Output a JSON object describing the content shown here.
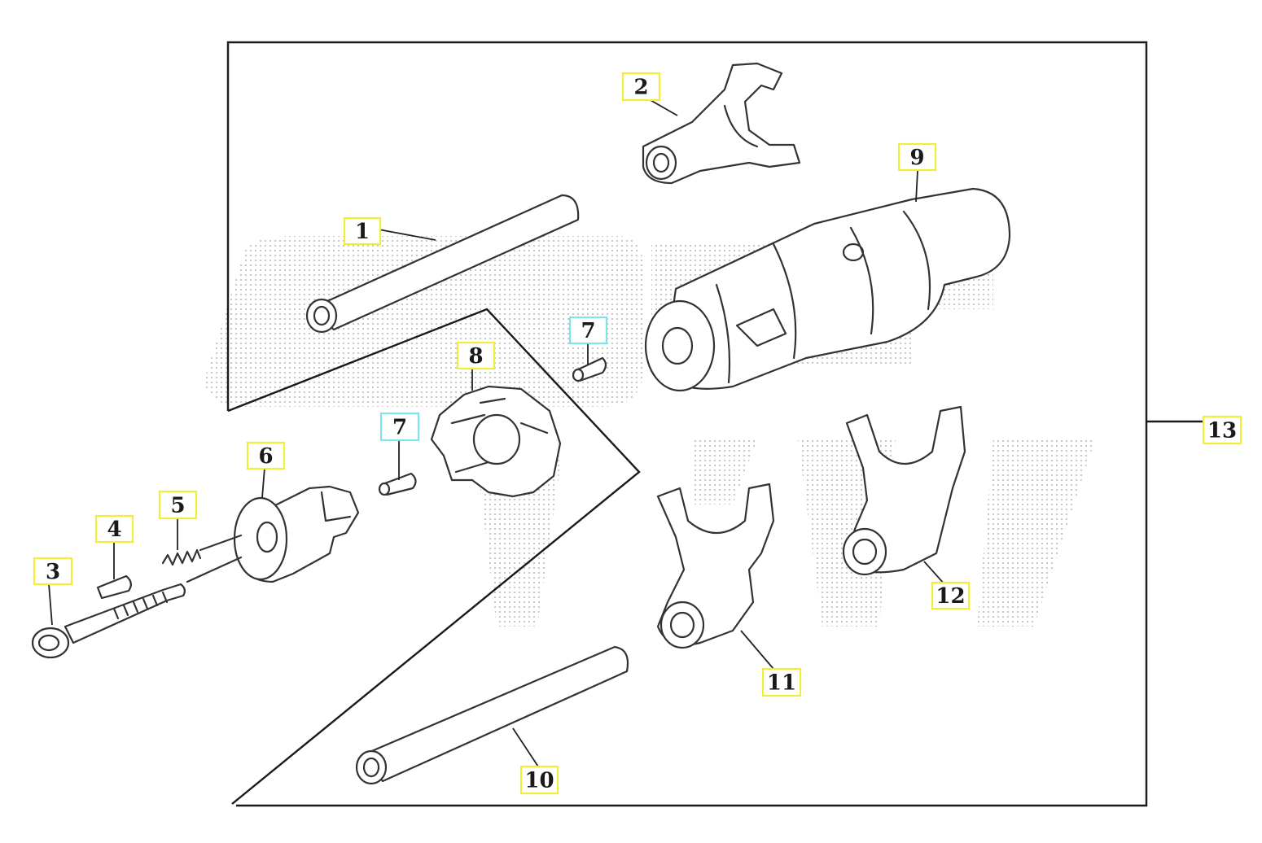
{
  "colors": {
    "callout_border": "#f0ee3a",
    "callout_border_alt": "#7fe3ea",
    "line": "#1a1a1a",
    "watermark": "#b5b5b5"
  },
  "callouts": [
    {
      "id": "c1",
      "label": "1",
      "style": "yellow"
    },
    {
      "id": "c2",
      "label": "2",
      "style": "yellow"
    },
    {
      "id": "c3",
      "label": "3",
      "style": "yellow"
    },
    {
      "id": "c4",
      "label": "4",
      "style": "yellow"
    },
    {
      "id": "c5",
      "label": "5",
      "style": "yellow"
    },
    {
      "id": "c6",
      "label": "6",
      "style": "yellow"
    },
    {
      "id": "c7a",
      "label": "7",
      "style": "cyan"
    },
    {
      "id": "c7b",
      "label": "7",
      "style": "cyan"
    },
    {
      "id": "c8",
      "label": "8",
      "style": "yellow"
    },
    {
      "id": "c9",
      "label": "9",
      "style": "yellow"
    },
    {
      "id": "c10",
      "label": "10",
      "style": "yellow"
    },
    {
      "id": "c11",
      "label": "11",
      "style": "yellow"
    },
    {
      "id": "c12",
      "label": "12",
      "style": "yellow"
    },
    {
      "id": "c13",
      "label": "13",
      "style": "yellow"
    }
  ]
}
